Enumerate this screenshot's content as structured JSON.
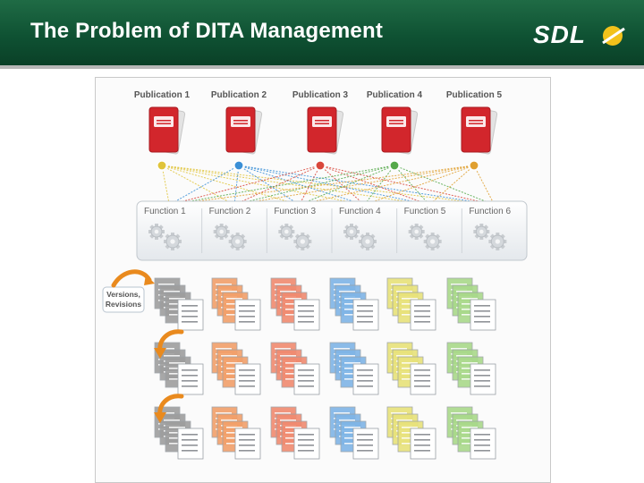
{
  "slide": {
    "title": "The Problem of DITA Management",
    "logo_text": "SDL",
    "header_color": "#0f5233"
  },
  "figure": {
    "publications": [
      "Publication 1",
      "Publication 2",
      "Publication 3",
      "Publication 4",
      "Publication 5"
    ],
    "connector_colors": [
      "#e0c43a",
      "#3a8fd6",
      "#d9473b",
      "#55a84a",
      "#e0a030"
    ],
    "functions": [
      "Function 1",
      "Function 2",
      "Function 3",
      "Function 4",
      "Function 5",
      "Function 6"
    ],
    "versions_label_line1": "Versions,",
    "versions_label_line2": "Revisions",
    "topic_colors": [
      "#9e9e9e",
      "#f2a06a",
      "#f08a70",
      "#7fb5e6",
      "#e8e27a",
      "#a9d98a"
    ],
    "topic_rows": 3
  }
}
